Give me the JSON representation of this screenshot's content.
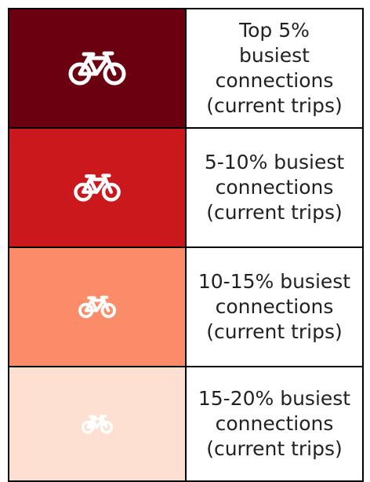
{
  "legend": {
    "rows": [
      {
        "label": "Top 5%\nbusiest\nconnections\n(current trips)",
        "swatch_color": "#6b0010",
        "icon": "bicycle-icon",
        "icon_color": "#ffffff"
      },
      {
        "label": "5-10% busiest\nconnections\n(current trips)",
        "swatch_color": "#cb181d",
        "icon": "bicycle-icon",
        "icon_color": "#ffffff"
      },
      {
        "label": "10-15% busiest\nconnections\n(current trips)",
        "swatch_color": "#fb8c6a",
        "icon": "bicycle-icon",
        "icon_color": "#ffffff"
      },
      {
        "label": "15-20% busiest\nconnections\n(current trips)",
        "swatch_color": "#fee0d2",
        "icon": "bicycle-icon",
        "icon_color": "#ffffff"
      }
    ]
  }
}
